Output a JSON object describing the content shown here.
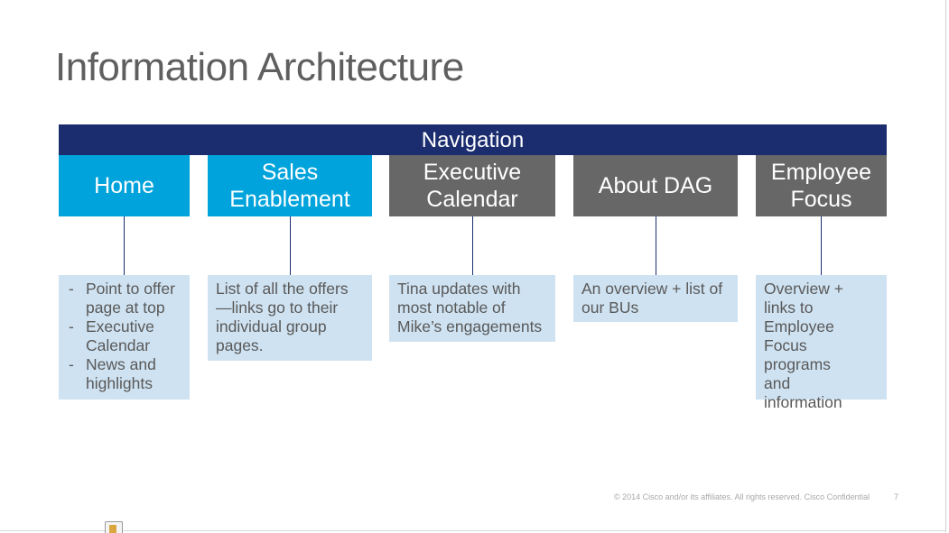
{
  "slide": {
    "title": "Information Architecture",
    "navigation_label": "Navigation",
    "columns": [
      {
        "heading": "Home",
        "color": "#00a3db",
        "bullets": [
          "Point to offer page at top",
          "Executive Calendar",
          "News and highlights"
        ]
      },
      {
        "heading": "Sales Enablement",
        "color": "#00a3db",
        "text": "List of all the offers—links go to their individual group pages."
      },
      {
        "heading": "Executive Calendar",
        "color": "#676767",
        "text": "Tina updates with most notable of Mike’s engagements"
      },
      {
        "heading": "About DAG",
        "color": "#676767",
        "text": "An overview + list of our BUs"
      },
      {
        "heading": "Employee Focus",
        "color": "#676767",
        "text": "Overview + links to Employee Focus programs and information"
      }
    ],
    "footer": "© 2014  Cisco and/or its affiliates. All rights reserved.   Cisco Confidential",
    "page_number": "7"
  },
  "colors": {
    "navigation": "#1b2d6f",
    "detail_box": "#cfe2f1"
  }
}
